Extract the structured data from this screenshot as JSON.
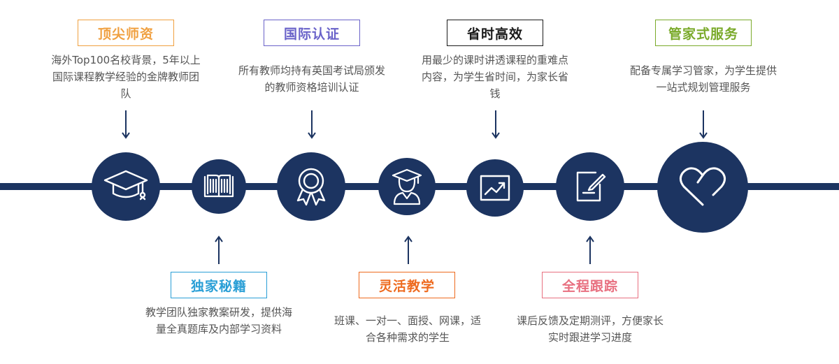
{
  "features": {
    "top_1": {
      "title": "顶尖师资",
      "color": "#f0a040",
      "desc": "海外Top100名校背景，5年以上国际课程教学经验的金牌教师团队",
      "icon": "graduation-cap-icon"
    },
    "bottom_1": {
      "title": "独家秘籍",
      "color": "#2a9fd6",
      "desc": "教学团队独家教案研发，提供海量全真题库及内部学习资料",
      "icon": "open-book-icon"
    },
    "top_2": {
      "title": "国际认证",
      "color": "#6a63c9",
      "desc": "所有教师均持有英国考试局颁发的教师资格培训认证",
      "icon": "award-ribbon-icon"
    },
    "bottom_2": {
      "title": "灵活教学",
      "color": "#ee6a1e",
      "desc": "班课、一对一、面授、网课，适合各种需求的学生",
      "icon": "teacher-graduate-icon"
    },
    "top_3": {
      "title": "省时高效",
      "color": "#1a1a1a",
      "desc": "用最少的课时讲透课程的重难点内容，为学生省时间，为家长省钱",
      "icon": "trend-chart-icon"
    },
    "bottom_3": {
      "title": "全程跟踪",
      "color": "#e87080",
      "desc": "课后反馈及定期测评，方便家长实时跟进学习进度",
      "icon": "edit-note-icon"
    },
    "top_4": {
      "title": "管家式服务",
      "color": "#7aaa2a",
      "desc": "配备专属学习管家，为学生提供一站式规划管理服务",
      "icon": "heart-icon"
    }
  },
  "colors": {
    "timeline": "#1c3461",
    "arrow": "#1c3461",
    "text": "#555555"
  }
}
